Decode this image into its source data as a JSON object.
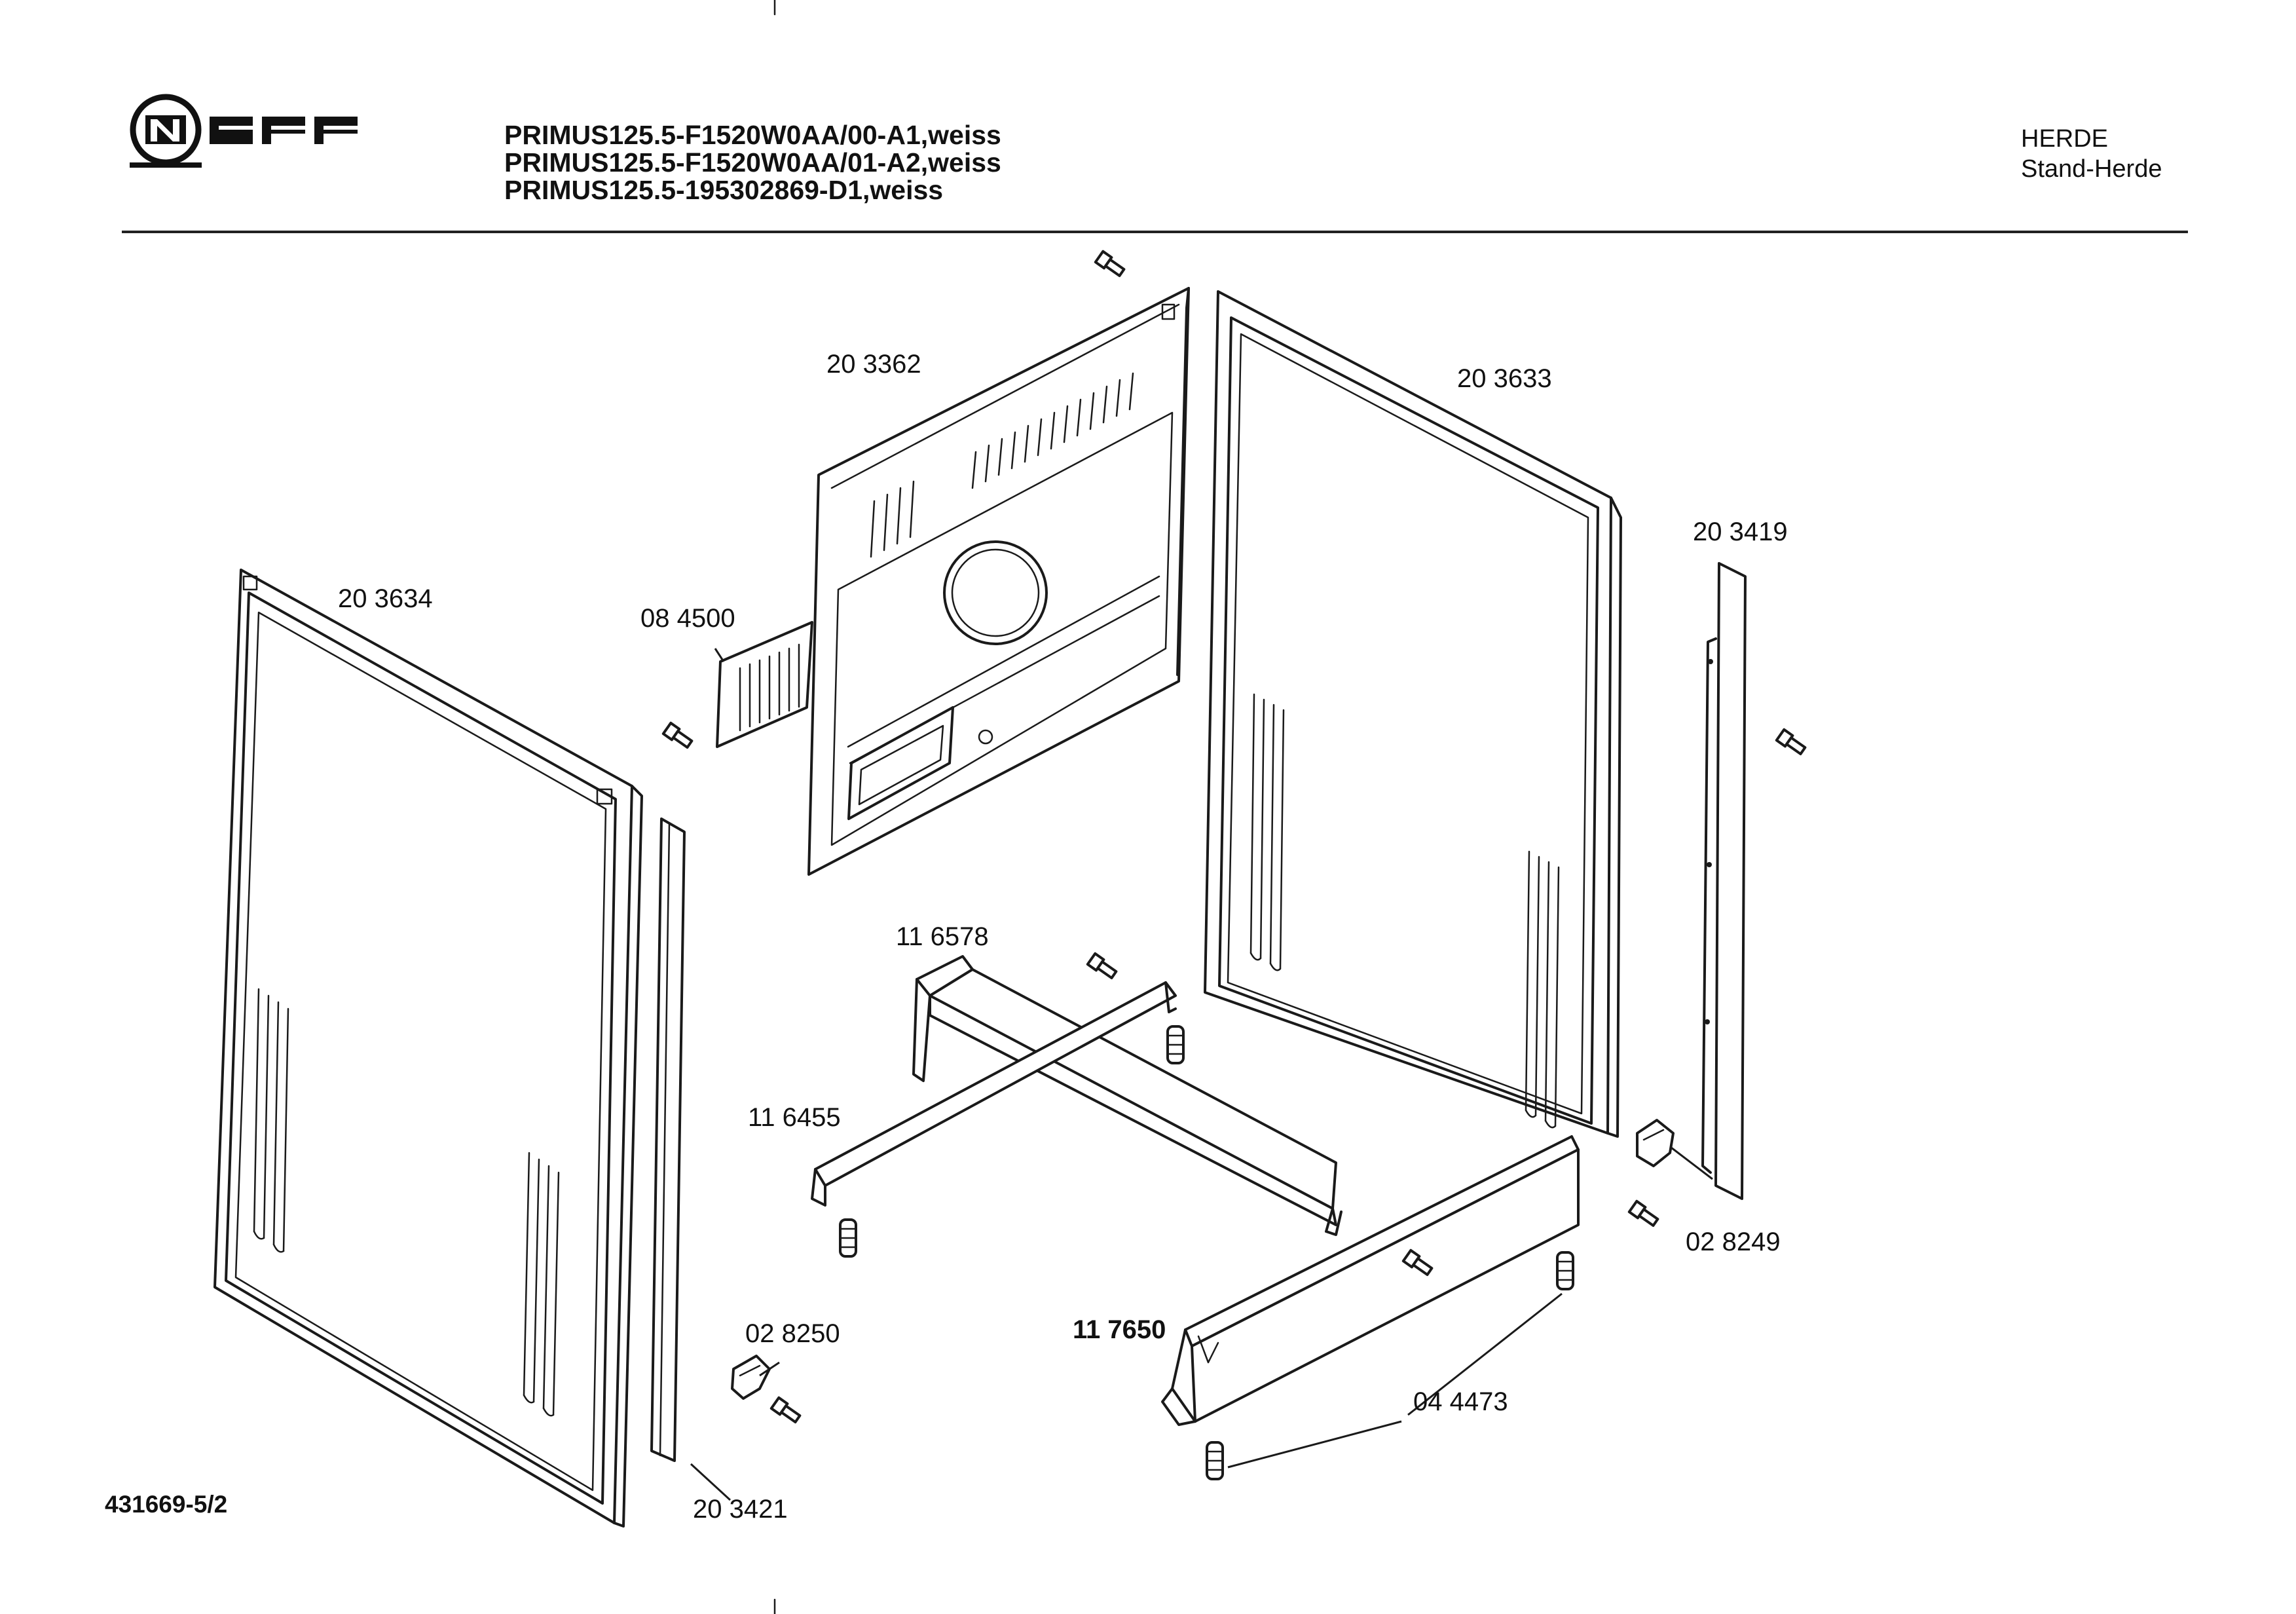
{
  "header": {
    "brand": "NEFF",
    "model_lines": [
      "PRIMUS125.5-F1520W0AA/00-A1,weiss",
      "PRIMUS125.5-F1520W0AA/01-A2,weiss",
      "PRIMUS125.5-195302869-D1,weiss"
    ],
    "category": "HERDE",
    "subcategory": "Stand-Herde"
  },
  "parts": [
    {
      "label": "20 3362",
      "part": "back-panel"
    },
    {
      "label": "20 3633",
      "part": "right-side-panel"
    },
    {
      "label": "20 3419",
      "part": "right-strip"
    },
    {
      "label": "20 3634",
      "part": "left-side-panel"
    },
    {
      "label": "08 4500",
      "part": "vent-grille"
    },
    {
      "label": "11 6578",
      "part": "cross-bar"
    },
    {
      "label": "11 6455",
      "part": "base-rail"
    },
    {
      "label": "02 8249",
      "part": "right-clip"
    },
    {
      "label": "02 8250",
      "part": "left-clip"
    },
    {
      "label": "11 7650",
      "part": "front-base-rail"
    },
    {
      "label": "04 4473",
      "part": "leveling-feet"
    },
    {
      "label": "20 3421",
      "part": "left-strip"
    }
  ],
  "document_number": "431669-5/2"
}
